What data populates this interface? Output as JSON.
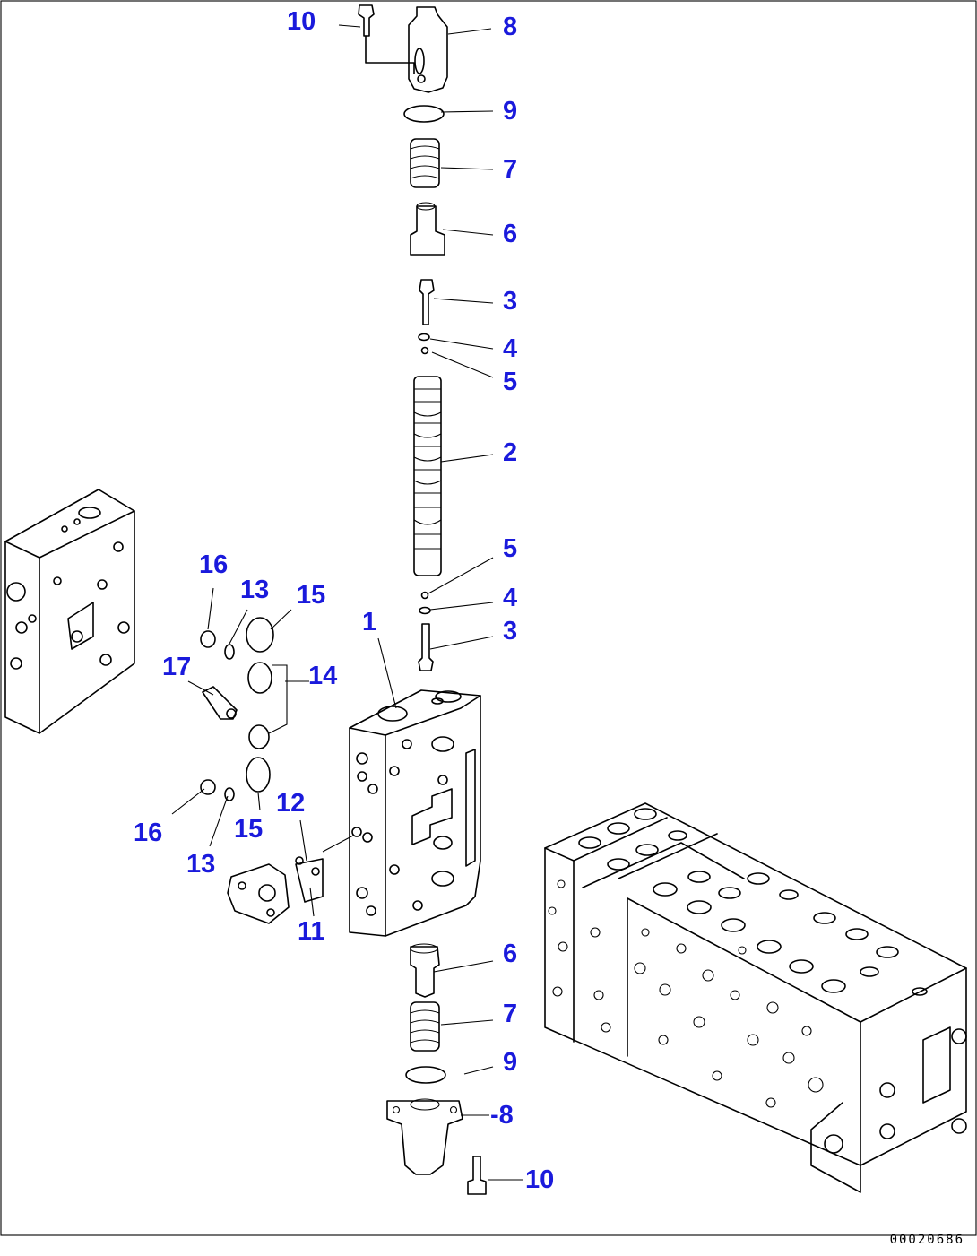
{
  "diagram": {
    "callouts": [
      {
        "id": "c10a",
        "label": "10"
      },
      {
        "id": "c8a",
        "label": "8"
      },
      {
        "id": "c9a",
        "label": "9"
      },
      {
        "id": "c7a",
        "label": "7"
      },
      {
        "id": "c6a",
        "label": "6"
      },
      {
        "id": "c3a",
        "label": "3"
      },
      {
        "id": "c4a",
        "label": "4"
      },
      {
        "id": "c5a",
        "label": "5"
      },
      {
        "id": "c2",
        "label": "2"
      },
      {
        "id": "c5b",
        "label": "5"
      },
      {
        "id": "c4b",
        "label": "4"
      },
      {
        "id": "c3b",
        "label": "3"
      },
      {
        "id": "c1",
        "label": "1"
      },
      {
        "id": "c16a",
        "label": "16"
      },
      {
        "id": "c13a",
        "label": "13"
      },
      {
        "id": "c15a",
        "label": "15"
      },
      {
        "id": "c17",
        "label": "17"
      },
      {
        "id": "c14",
        "label": "14"
      },
      {
        "id": "c12",
        "label": "12"
      },
      {
        "id": "c16b",
        "label": "16"
      },
      {
        "id": "c15b",
        "label": "15"
      },
      {
        "id": "c13b",
        "label": "13"
      },
      {
        "id": "c11",
        "label": "11"
      },
      {
        "id": "c6b",
        "label": "6"
      },
      {
        "id": "c7b",
        "label": "7"
      },
      {
        "id": "c9b",
        "label": "9"
      },
      {
        "id": "c8b",
        "label": "-8"
      },
      {
        "id": "c10b",
        "label": "10"
      }
    ],
    "callout_color": "#1a1adc",
    "drawing_code": "00020686"
  }
}
